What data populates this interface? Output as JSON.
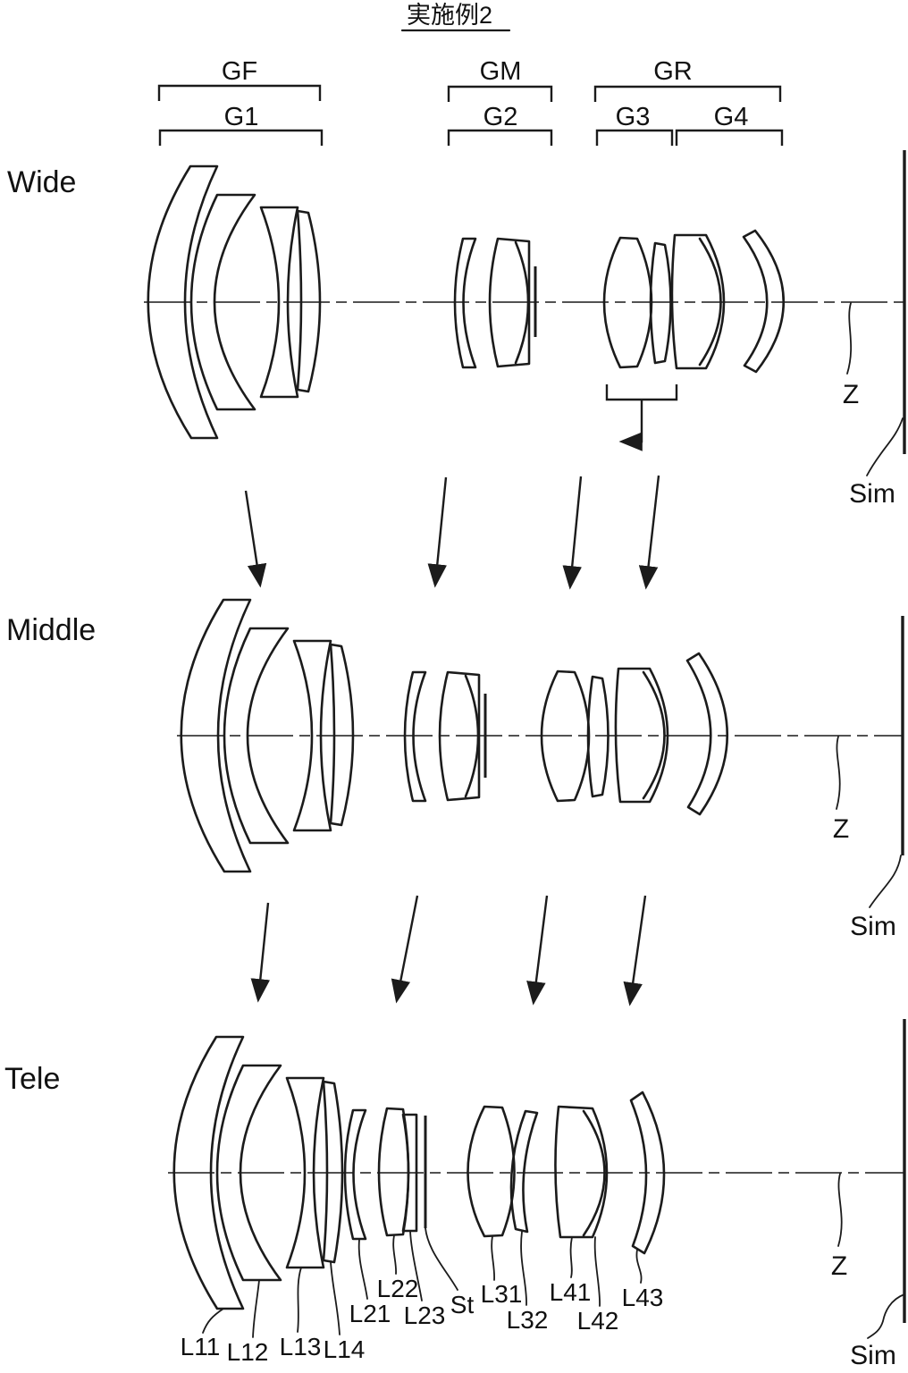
{
  "title": "実施例2",
  "row_labels": {
    "wide": "Wide",
    "middle": "Middle",
    "tele": "Tele"
  },
  "group_labels": {
    "gf": "GF",
    "g1": "G1",
    "gm": "GM",
    "g2": "G2",
    "gr": "GR",
    "g3": "G3",
    "g4": "G4"
  },
  "axis_label": "Z",
  "image_plane_label": "Sim",
  "element_labels": {
    "l11": "L11",
    "l12": "L12",
    "l13": "L13",
    "l14": "L14",
    "l21": "L21",
    "l22": "L22",
    "l23": "L23",
    "st": "St",
    "l31": "L31",
    "l32": "L32",
    "l41": "L41",
    "l42": "L42",
    "l43": "L43"
  }
}
